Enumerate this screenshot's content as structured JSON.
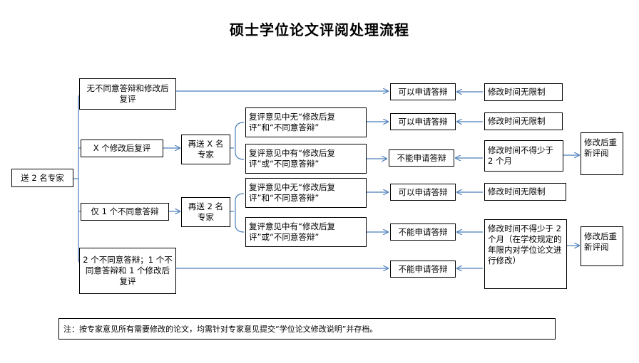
{
  "title": "硕士学位论文评阅处理流程",
  "start": "送 2 名专家",
  "branches": {
    "b1": "无不同意答辩和修改后复评",
    "b2": "X 个修改后复评",
    "b3": "仅 1 个不同意答辩",
    "b4": "2 个不同意答辩；1 个不同意答辩和 1 个修改后复评"
  },
  "resend": {
    "x": "再送 X 名专家",
    "two": "再送 2 名专家"
  },
  "review": {
    "no_objection": "复评意见中无“修改后复评”和“不同意答辩”",
    "has_objection": "复评意见中有“修改后复评”或“不同意答辩”"
  },
  "results": {
    "can": "可以申请答辩",
    "cannot": "不能申请答辩"
  },
  "time": {
    "unlimited": "修改时间无限制",
    "min2": "修改时间不得少于 2 个月",
    "min2_school": "修改时间不得少于 2 个月（在学校规定的年限内对学位论文进行修改）"
  },
  "rereview": "修改后重新评阅",
  "note": "注：按专家意见所有需要修改的论文，均需针对专家意见提交“学位论文修改说明”并存档。"
}
